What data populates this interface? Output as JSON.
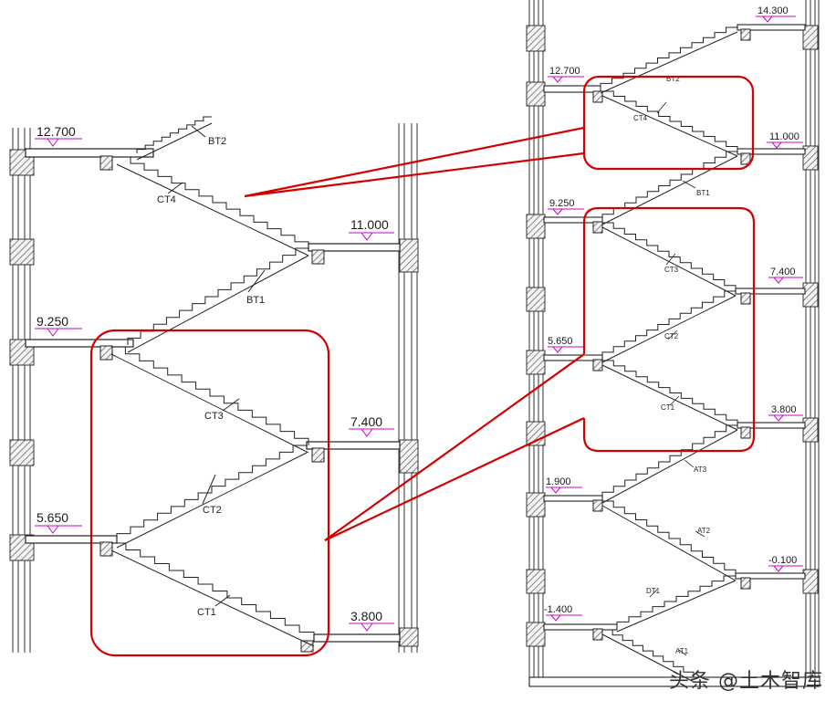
{
  "left_view": {
    "levels": [
      "12.700",
      "11.000",
      "9.250",
      "7.400",
      "5.650",
      "3.800"
    ],
    "flights": [
      "BT2",
      "CT4",
      "BT1",
      "CT3",
      "CT2",
      "CT1"
    ]
  },
  "right_view": {
    "levels": [
      "14.300",
      "12.700",
      "11.000",
      "9.250",
      "7.400",
      "5.650",
      "3.800",
      "1.900",
      "-0.100",
      "-1.400"
    ],
    "flights": [
      "BT2",
      "CT4",
      "BT1",
      "CT3",
      "CT2",
      "CT1",
      "AT3",
      "AT2",
      "DT1",
      "AT1"
    ]
  },
  "watermark": "头条 @土木智库",
  "colors": {
    "callout": "#d40000",
    "level_mark": "#cc00cc",
    "hatch": "#444444",
    "line": "#222222"
  }
}
